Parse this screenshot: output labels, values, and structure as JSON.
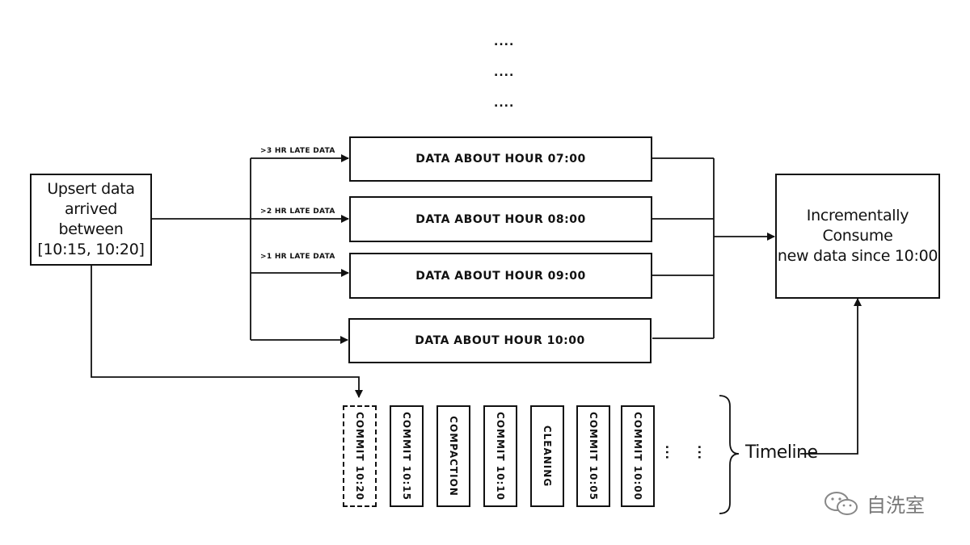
{
  "top_dots": [
    "....",
    "....",
    "...."
  ],
  "source_box": {
    "line1": "Upsert data",
    "line2": "arrived between",
    "line3": "[10:15, 10:20]"
  },
  "late_labels": [
    ">3 HR LATE DATA",
    ">2 HR LATE DATA",
    ">1 HR LATE DATA"
  ],
  "hour_boxes": [
    "DATA ABOUT HOUR 07:00",
    "DATA ABOUT HOUR 08:00",
    "DATA ABOUT HOUR 09:00",
    "DATA ABOUT HOUR 10:00"
  ],
  "consumer_box": {
    "line1": "Incrementally Consume",
    "line2": "new data since 10:00"
  },
  "timeline_items": [
    "COMMIT 10:20",
    "COMMIT 10:15",
    "COMPACTION",
    "COMMIT 10:10",
    "CLEANING",
    "COMMIT 10:05",
    "COMMIT 10:00"
  ],
  "timeline_dots": [
    "...",
    "..."
  ],
  "timeline_label": "Timeline",
  "watermark": {
    "icon": "wechat-icon",
    "text": "自洗室"
  }
}
